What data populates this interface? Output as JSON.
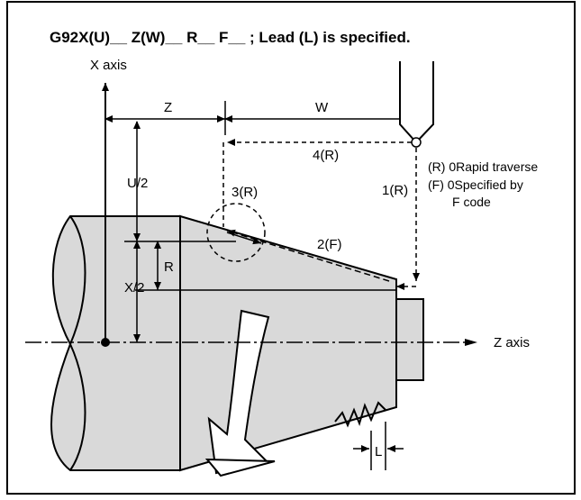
{
  "title": "G92X(U)__ Z(W)__ R__ F__ ; Lead (L) is specified.",
  "axes": {
    "x_axis": "X axis",
    "z_axis": "Z axis"
  },
  "dimensions": {
    "z": "Z",
    "w": "W",
    "u_half": "U/2",
    "x_half": "X/2",
    "r": "R",
    "lead": "L"
  },
  "paths": {
    "p1": "1(R)",
    "p2": "2(F)",
    "p3": "3(R)",
    "p4": "4(R)"
  },
  "legend": {
    "line1": "(R) 0Rapid traverse",
    "line2": "(F) 0Specified by",
    "line3": "F code"
  },
  "colors": {
    "workpiece_fill": "#d9d9d9",
    "ink": "#000000",
    "background": "#ffffff"
  }
}
